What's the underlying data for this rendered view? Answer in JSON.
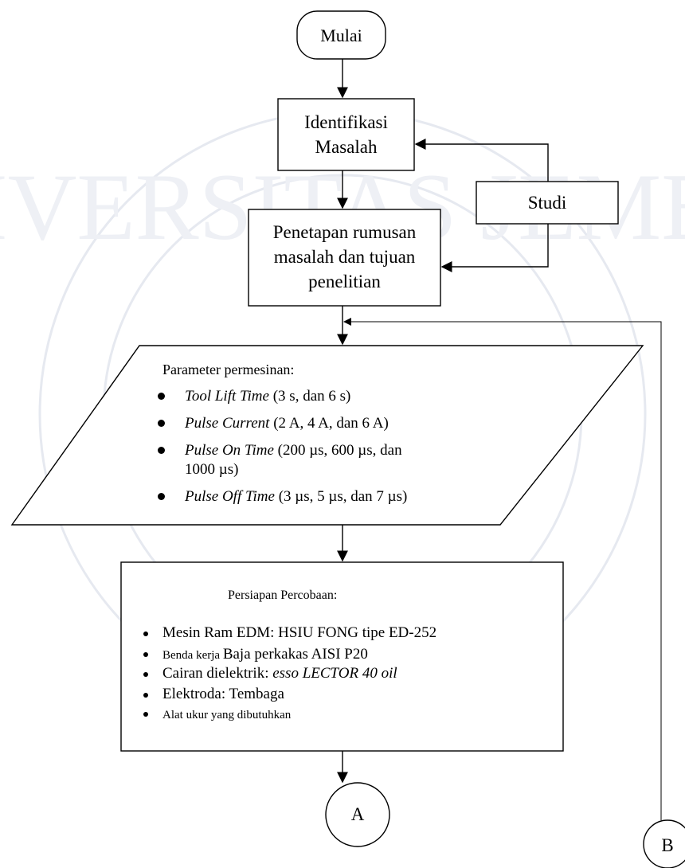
{
  "nodes": {
    "start": "Mulai",
    "identify_line1": "Identifikasi",
    "identify_line2": "Masalah",
    "study": "Studi",
    "define_line1": "Penetapan rumusan",
    "define_line2": "masalah dan tujuan",
    "define_line3": "penelitian",
    "connector_a": "A",
    "connector_b": "B"
  },
  "parameters": {
    "title": "Parameter permesinan:",
    "items": [
      {
        "name": "Tool Lift Time",
        "value": " (3 s,  dan 6 s)"
      },
      {
        "name": "Pulse Current",
        "value": " (2 A, 4 A, dan 6 A)"
      },
      {
        "name": "Pulse On Time",
        "value": " (200 µs, 600 µs, dan",
        "value2": "1000 µs)"
      },
      {
        "name": "Pulse Off Time",
        "value": " (3 µs, 5 µs, dan 7 µs)"
      }
    ]
  },
  "preparation": {
    "title": "Persiapan Percobaan:",
    "items": [
      {
        "text": "Mesin Ram EDM: HSIU FONG tipe ED-252"
      },
      {
        "prefix": "Benda kerja ",
        "text": "Baja perkakas AISI P20"
      },
      {
        "text": "Cairan dielektrik: ",
        "italic": "esso LECTOR 40 oil"
      },
      {
        "text": "Elektroda: Tembaga"
      },
      {
        "text": "Alat ukur yang dibutuhkan"
      }
    ]
  },
  "watermark": "UNIVERSITAS JEMBER"
}
